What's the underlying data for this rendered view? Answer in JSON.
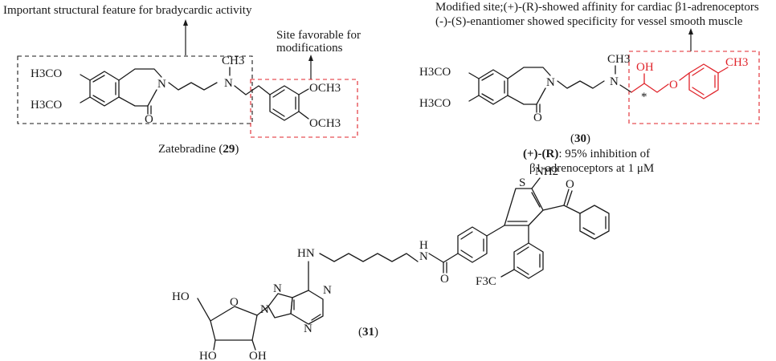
{
  "annotations": {
    "structural_feature": "Important structural feature for bradycardic activity",
    "site_favorable_line1": "Site favorable for",
    "site_favorable_line2": "modifications",
    "modified_site_line1": "Modified site;(+)-(R)-showed affinity for cardiac β1-adrenoceptors",
    "modified_site_line2": "(-)-(S)-enantiomer showed specificity for vessel smooth muscle"
  },
  "compounds": {
    "c29": {
      "name": "Zatebradine",
      "number": "29"
    },
    "c30": {
      "number": "30",
      "activity_prefix": "(+)-(R)",
      "activity_line1": ": 95% inhibition of",
      "activity_line2": "β1-adrenoceptors at 1 μM"
    },
    "c31": {
      "number": "31"
    }
  },
  "atoms": {
    "h3co": "H3CO",
    "n": "N",
    "ch3": "CH3",
    "och3": "OCH3",
    "o": "O",
    "oh": "OH",
    "star": "*",
    "s": "S",
    "nh2": "NH2",
    "hn": "HN",
    "h": "H",
    "f3c": "F3C",
    "ho": "HO"
  },
  "colors": {
    "highlight": "#e0242b",
    "ink": "#1a1a1a"
  }
}
